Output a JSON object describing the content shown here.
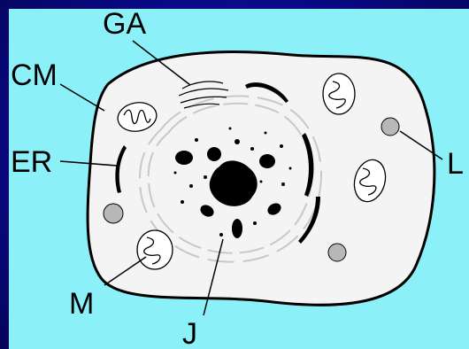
{
  "labels": {
    "ga": "GA",
    "cm": "CM",
    "er": "ER",
    "m": "M",
    "j": "J",
    "l": "L"
  },
  "colors": {
    "background": "#0a0a8c",
    "panel": "#8cf0f8",
    "cytoplasm": "#f4f4f4",
    "organelle": "#b8b8b8",
    "ink": "#000000"
  }
}
